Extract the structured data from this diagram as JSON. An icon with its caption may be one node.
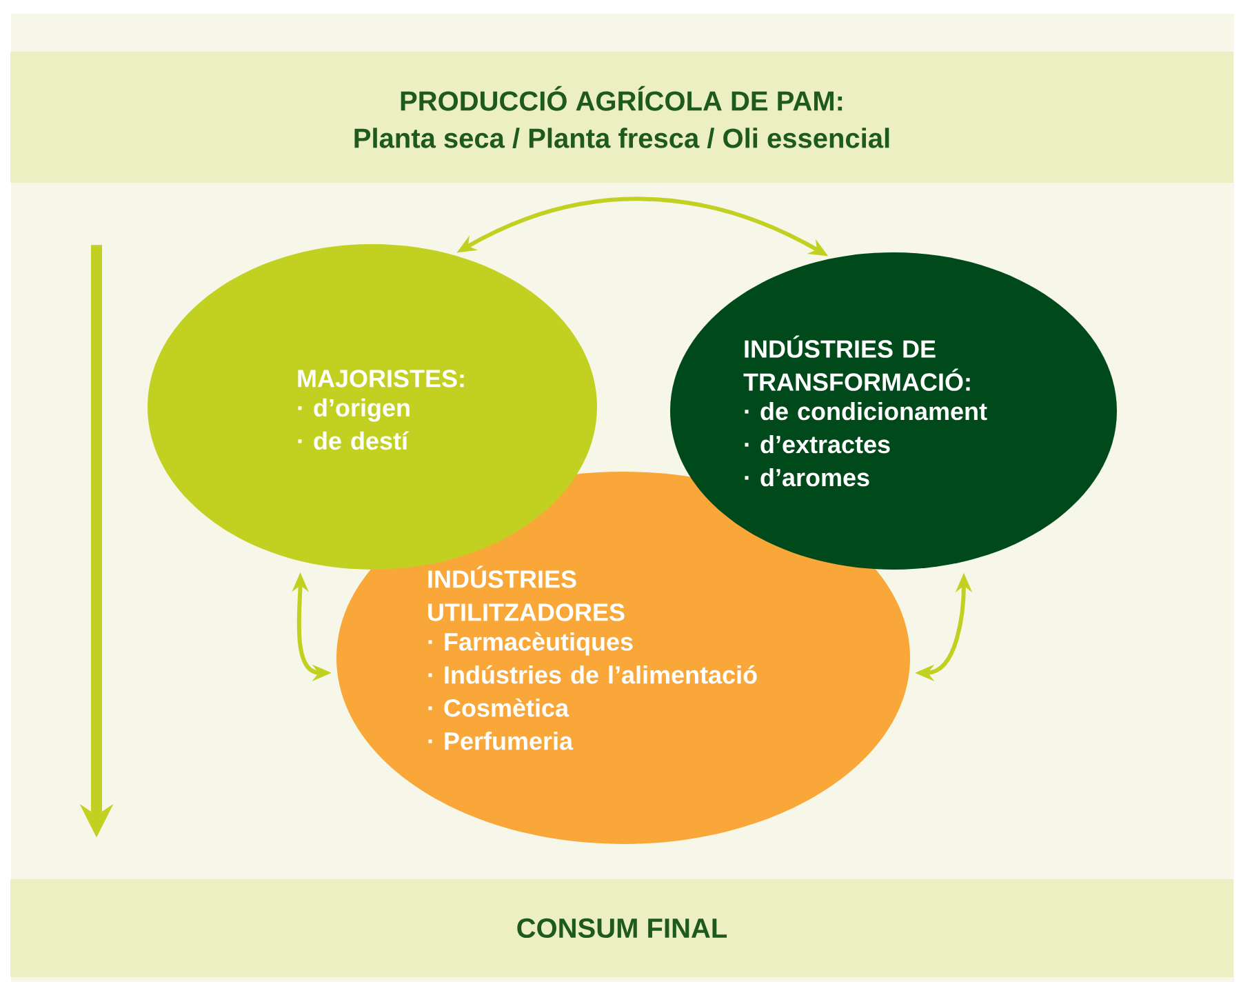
{
  "diagram": {
    "nodes": [
      {
        "text": [
          "PRODUCCIÓ AGRÍCOLA DE PAM:",
          "Planta seca / Planta fresca / Oli essencial"
        ]
      },
      {
        "text": [
          "MAJORISTES:",
          "· d’origen",
          "· de destí"
        ]
      },
      {
        "text": [
          "INDÚSTRIES DE TRANSFORMACIÓ:",
          "· de condicionament",
          "· d’extractes",
          "· d’aromes"
        ]
      },
      {
        "text": [
          "INDÚSTRIES UTILITZADORES",
          "· Farmacèutiques",
          "· Indústries de l’alimentació",
          "· Cosmètica",
          "· Perfumeria"
        ]
      },
      {
        "text": [
          "CONSUM FINAL"
        ]
      }
    ],
    "edges": [
      {
        "from": 0,
        "to": 4,
        "arrow": "to",
        "style": "thick"
      },
      {
        "from": 1,
        "to": 2,
        "arrow": "both"
      },
      {
        "from": 1,
        "to": 3,
        "arrow": "both"
      },
      {
        "from": 2,
        "to": 3,
        "arrow": "both"
      }
    ]
  }
}
